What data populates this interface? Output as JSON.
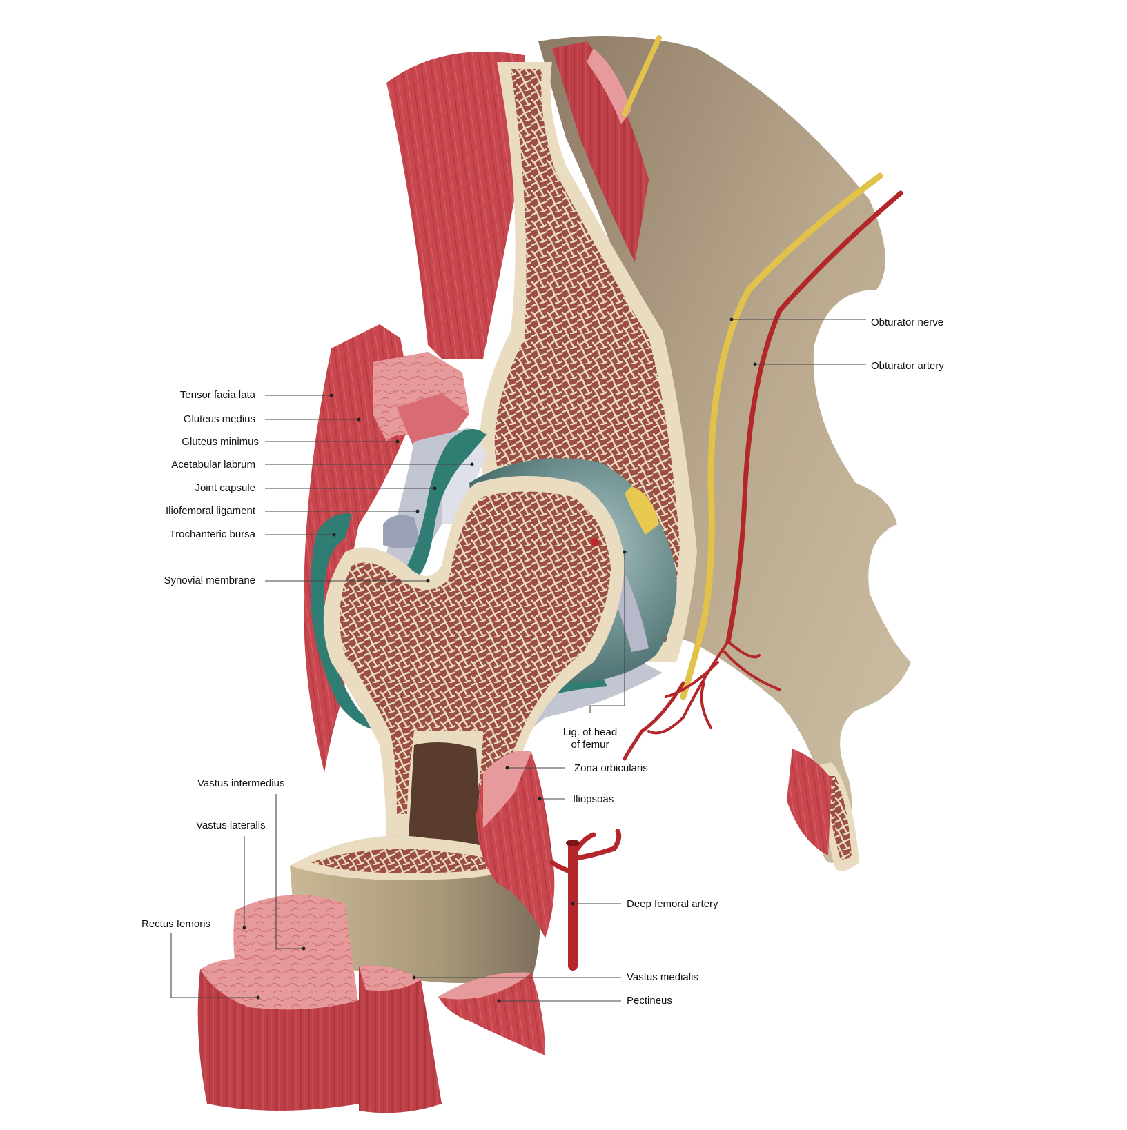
{
  "labels": {
    "tensor_facia_lata": "Tensor facia lata",
    "gluteus_medius": "Gluteus medius",
    "gluteus_minimus": "Gluteus minimus",
    "acetabular_labrum": "Acetabular labrum",
    "joint_capsule": "Joint capsule",
    "iliofemoral_ligament": "Iliofemoral ligament",
    "trochanteric_bursa": "Trochanteric bursa",
    "synovial_membrane": "Synovial membrane",
    "obturator_nerve": "Obturator nerve",
    "obturator_artery": "Obturator artery",
    "lig_head_femur_line1": "Lig. of head",
    "lig_head_femur_line2": "of femur",
    "zona_orbicularis": "Zona orbicularis",
    "iliopsoas": "Iliopsoas",
    "vastus_intermedius": "Vastus intermedius",
    "vastus_lateralis": "Vastus lateralis",
    "rectus_femoris": "Rectus femoris",
    "deep_femoral_artery": "Deep femoral artery",
    "vastus_medialis": "Vastus medialis",
    "pectineus": "Pectineus"
  },
  "colors": {
    "muscle": "#c8474f",
    "muscle_dark": "#a3323a",
    "muscle_light": "#e48c8f",
    "bone_cortex": "#e9dcc0",
    "bone_marrow": "#9c4f45",
    "pelvis": "#b9a88d",
    "cartilage": "#7c9ea0",
    "synovial": "#2f7d73",
    "capsule": "#b9bcc9",
    "nerve": "#e2c24a",
    "artery": "#b3262a",
    "leader": "#444444"
  }
}
